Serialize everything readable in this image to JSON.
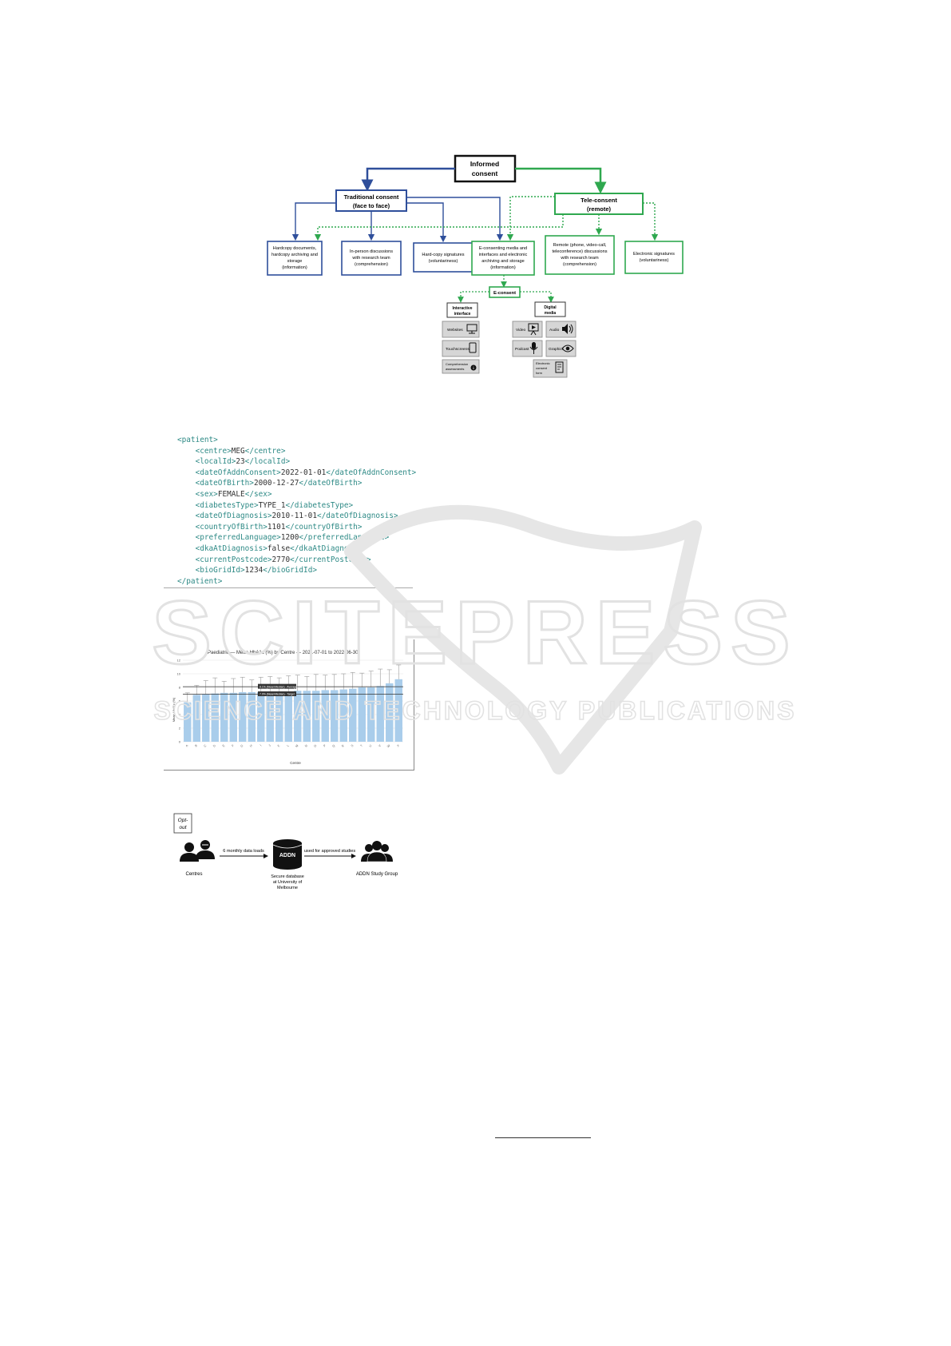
{
  "consent_diagram": {
    "root": "Informed consent",
    "traditional": "Traditional consent (face to face)",
    "tele": "Tele-consent (remote)",
    "trad_children": [
      "Hardcopy documents, hardcopy archiving and storage (information)",
      "In-person discussions with research team (comprehension)",
      "Hard-copy signatures (voluntariness)"
    ],
    "shared_child": "E-consenting media and interfaces and electronic archiving and storage (information)",
    "tele_children": [
      "Remote (phone, video-call, teleconference) discussions with research team (comprehension)",
      "Electronic signatures (voluntariness)"
    ],
    "econsent": "E-consent",
    "interactive": "Interactive interface",
    "digital": "Digital media",
    "interactive_items": [
      "Websites",
      "Touchscreens",
      "Comprehension assessments"
    ],
    "digital_items": [
      "Video",
      "Audio",
      "Podcast",
      "Graphics",
      "Electronic consent form"
    ],
    "icons": {
      "websites": "monitor-icon",
      "touchscreens": "tablet-icon",
      "comprehension": "info-icon",
      "video": "presentation-icon",
      "audio": "speaker-icon",
      "podcast": "microphone-icon",
      "graphics": "eye-icon",
      "form": "document-icon"
    },
    "colors": {
      "traditional": "#2f4f9b",
      "tele": "#2fa84f",
      "root": "#111111"
    }
  },
  "xml_listing": {
    "lines": [
      {
        "indent": 0,
        "tag": "patient",
        "value": null,
        "open_only": true
      },
      {
        "indent": 1,
        "tag": "centre",
        "value": "MEG"
      },
      {
        "indent": 1,
        "tag": "localId",
        "value": "23"
      },
      {
        "indent": 1,
        "tag": "dateOfAddnConsent",
        "value": "2022-01-01"
      },
      {
        "indent": 1,
        "tag": "dateOfBirth",
        "value": "2000-12-27"
      },
      {
        "indent": 1,
        "tag": "sex",
        "value": "FEMALE"
      },
      {
        "indent": 1,
        "tag": "diabetesType",
        "value": "TYPE_1"
      },
      {
        "indent": 1,
        "tag": "dateOfDiagnosis",
        "value": "2010-11-01"
      },
      {
        "indent": 1,
        "tag": "countryOfBirth",
        "value": "1101"
      },
      {
        "indent": 1,
        "tag": "preferredLanguage",
        "value": "1200"
      },
      {
        "indent": 1,
        "tag": "dkaAtDiagnosis",
        "value": "false"
      },
      {
        "indent": 1,
        "tag": "currentPostcode",
        "value": "2770"
      },
      {
        "indent": 1,
        "tag": "bioGridId",
        "value": "1234"
      },
      {
        "indent": 0,
        "tag": "patient",
        "value": null,
        "close_only": true
      }
    ]
  },
  "chart_data": {
    "type": "bar",
    "title": "Paediatric — Mean HbA1c (%) by Centre — 2021-07-01 to 2022-06-30",
    "xlabel": "Centre",
    "ylabel": "Mean HbA1c (%)",
    "ylim": [
      0,
      12
    ],
    "yticks": [
      0,
      2,
      4,
      6,
      8,
      10,
      12
    ],
    "categories": [
      "A",
      "B",
      "C",
      "D",
      "E",
      "F",
      "G",
      "H",
      "I",
      "J",
      "K",
      "L",
      "M",
      "N",
      "O",
      "P",
      "Q",
      "R",
      "S",
      "T",
      "U",
      "V",
      "W",
      "X"
    ],
    "values": [
      5.8,
      6.9,
      7.0,
      7.1,
      7.2,
      7.2,
      7.3,
      7.3,
      7.3,
      7.4,
      7.4,
      7.4,
      7.5,
      7.5,
      7.5,
      7.6,
      7.6,
      7.7,
      7.8,
      8.0,
      8.0,
      8.2,
      8.6,
      9.2
    ],
    "error_upper": [
      7.2,
      8.3,
      9.0,
      9.4,
      8.9,
      9.3,
      9.5,
      9.1,
      9.5,
      9.6,
      9.4,
      9.7,
      9.8,
      9.6,
      9.9,
      9.8,
      9.9,
      10.0,
      10.2,
      10.1,
      10.4,
      10.7,
      10.6,
      11.3
    ],
    "reference_lines": [
      {
        "label": "8.1% (Mean/Median) - Average",
        "value": 8.1
      },
      {
        "label": "7.0% (Mean/Median) - Target",
        "value": 7.0
      }
    ],
    "bar_color": "#a9cdeb",
    "grid": true
  },
  "addn_flow": {
    "optout": "Opt-out",
    "centres": "Centres",
    "loads": "6 monthly data loads",
    "db": "ADDN",
    "db_caption": "Secure database at University of Melbourne",
    "used": "used for approved studies",
    "group": "ADDN Study Group",
    "icons": {
      "people": "people-icon",
      "db": "database-icon",
      "group": "group-icon"
    }
  },
  "watermark": {
    "main": "SCITEPRESS",
    "sub": "SCIENCE AND TECHNOLOGY PUBLICATIONS"
  }
}
